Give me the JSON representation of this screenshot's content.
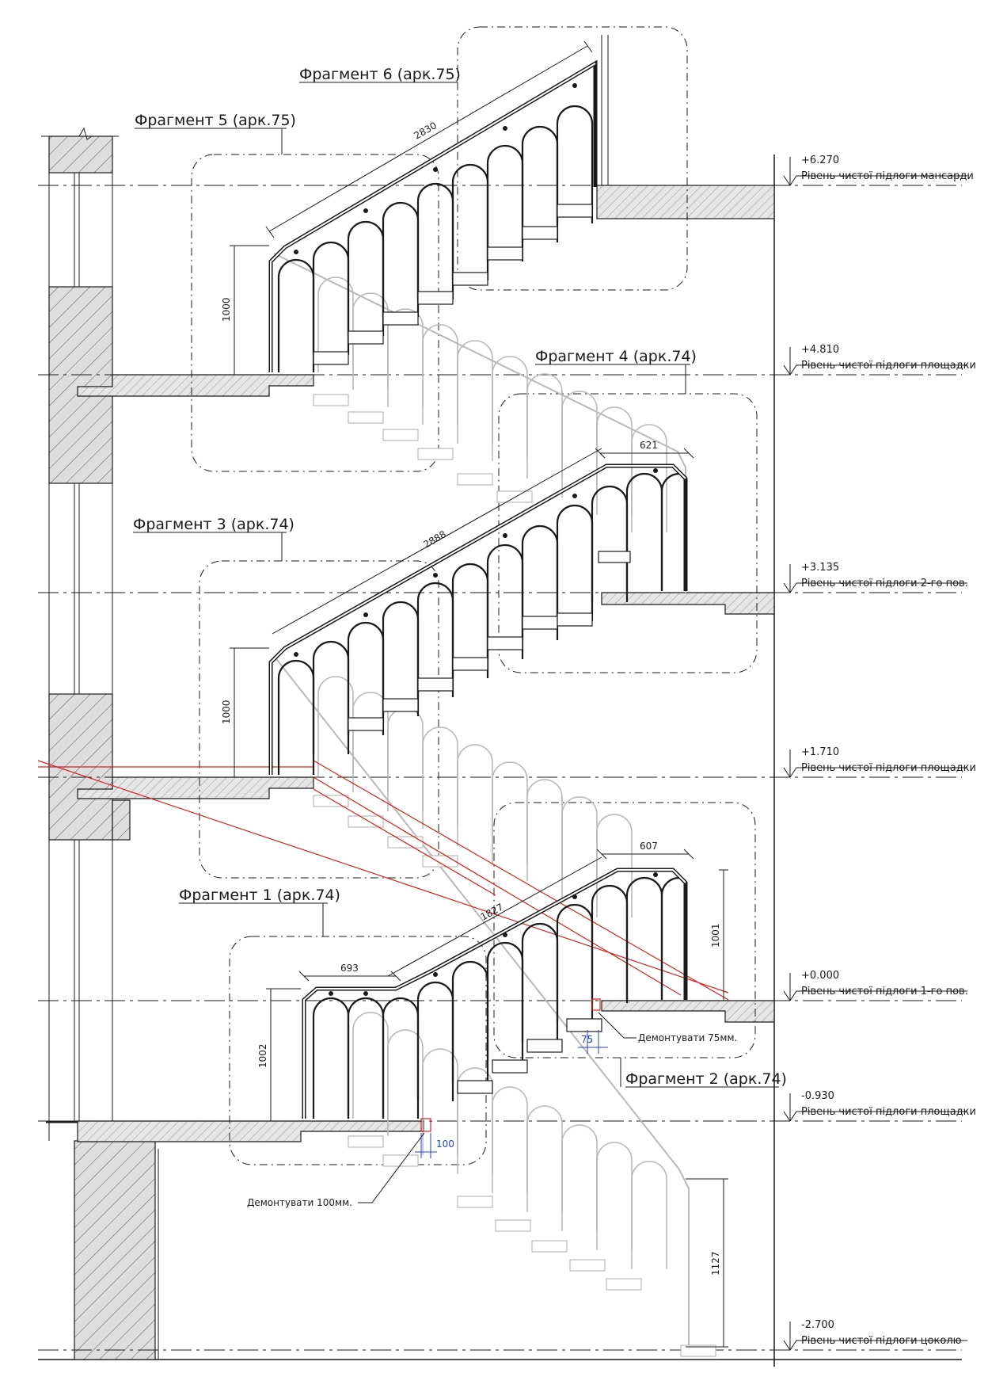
{
  "fragments": [
    {
      "label": "Фрагмент 6 (арк.75)"
    },
    {
      "label": "Фрагмент 5 (арк.75)"
    },
    {
      "label": "Фрагмент 4 (арк.74)"
    },
    {
      "label": "Фрагмент 3 (арк.74)"
    },
    {
      "label": "Фрагмент 1 (арк.74)"
    },
    {
      "label": "Фрагмент 2 (арк.74)"
    }
  ],
  "levels": [
    {
      "value": "+6.270",
      "desc": "Рівень чистої підлоги мансарди"
    },
    {
      "value": "+4.810",
      "desc": "Рівень чистої підлоги площадки"
    },
    {
      "value": "+3.135",
      "desc": "Рівень чистої підлоги 2-го пов."
    },
    {
      "value": "+1.710",
      "desc": "Рівень чистої підлоги площадки"
    },
    {
      "value": "+0.000",
      "desc": "Рівень чистої підлоги 1-го пов."
    },
    {
      "value": "-0.930",
      "desc": "Рівень чистої підлоги площадки"
    },
    {
      "value": "-2.700",
      "desc": "Рівень чистої підлоги цоколю"
    }
  ],
  "dimensions": {
    "d2830": "2830",
    "d1000a": "1000",
    "d621": "621",
    "d2888": "2888",
    "d1000b": "1000",
    "d607": "607",
    "d1827": "1827",
    "d1001": "1001",
    "d693": "693",
    "d1002": "1002",
    "d75": "75",
    "d100": "100",
    "d1127": "1127"
  },
  "notes": {
    "demount75": "Демонтувати 75мм.",
    "demount100": "Демонтувати 100мм."
  },
  "colors": {
    "line": "#1a1a1a",
    "ghost": "#b9b9b9",
    "red": "#d82020",
    "blue": "#1f3fd0"
  }
}
